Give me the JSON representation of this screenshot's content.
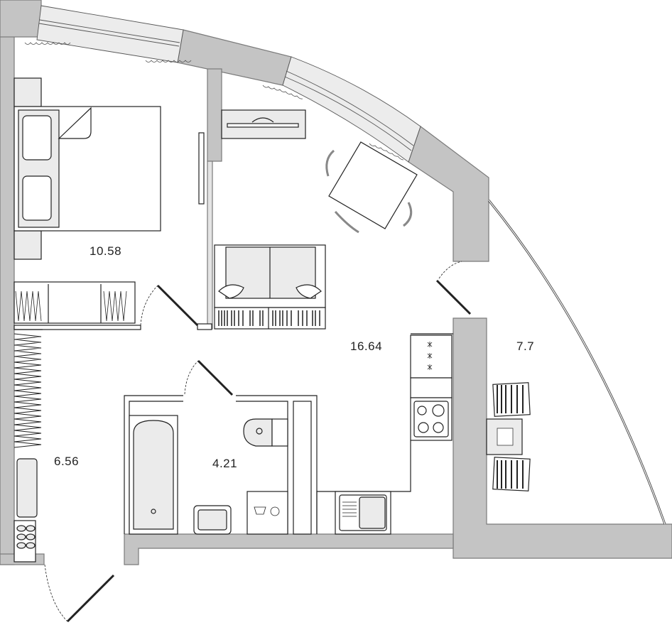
{
  "plan": {
    "type": "apartment-floor-plan",
    "colors": {
      "wall": "#c4c4c4",
      "wall_stroke": "#7a7a7a",
      "window": "#ececec",
      "furniture_fill": "#ebebeb",
      "line": "#222222",
      "background": "#ffffff"
    },
    "rooms": [
      {
        "id": "bedroom",
        "area": "10.58"
      },
      {
        "id": "living-kitchen",
        "area": "16.64"
      },
      {
        "id": "balcony",
        "area": "7.7"
      },
      {
        "id": "hallway",
        "area": "6.56"
      },
      {
        "id": "bathroom",
        "area": "4.21"
      }
    ]
  }
}
